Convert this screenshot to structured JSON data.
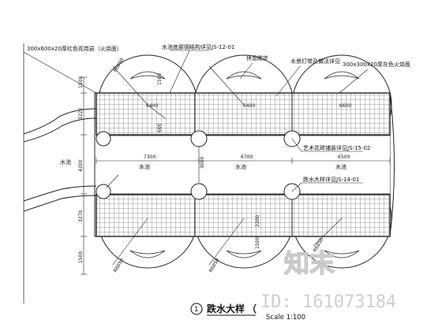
{
  "annotations": {
    "tile_red": "300x600x20厚红色花岗岩（火烧面）",
    "ref_top": "水池底部钢结构详见JS-12-01",
    "stone_steps": "休息踏步",
    "light_strip": "水景灯带及做法详见",
    "tile_grey": "300x300x20厚灰色火烧面",
    "art_paving": "艺术花砖铺装详见JS-15-02",
    "drop_detail": "跌水大样详见JS-14-01"
  },
  "water_labels": [
    "水池",
    "水池",
    "水池",
    "水池"
  ],
  "dims": {
    "seg_top_1": "6400",
    "seg_top_2": "6400",
    "seg_top_3": "6600",
    "seg_mid_1": "7300",
    "seg_mid_2": "6700",
    "seg_mid_3": "6500",
    "center_gap": "3000",
    "left_1": "1500",
    "left_2": "3220",
    "left_3": "4200",
    "left_4": "3270",
    "left_5": "1500",
    "radius_1": "R6050",
    "radius_2": "R6050",
    "radius_3": "R6050",
    "radius_4": "R6050",
    "inner_1": "1500",
    "inner_2": "600",
    "inner_3": "2200",
    "inner_4": "1500"
  },
  "title_block": {
    "number": "1",
    "title": "跌水大样",
    "paren": "（",
    "scale": "Scale 1:100"
  },
  "watermark": {
    "logo_text": "知末",
    "id_text": "ID: 161073184"
  }
}
